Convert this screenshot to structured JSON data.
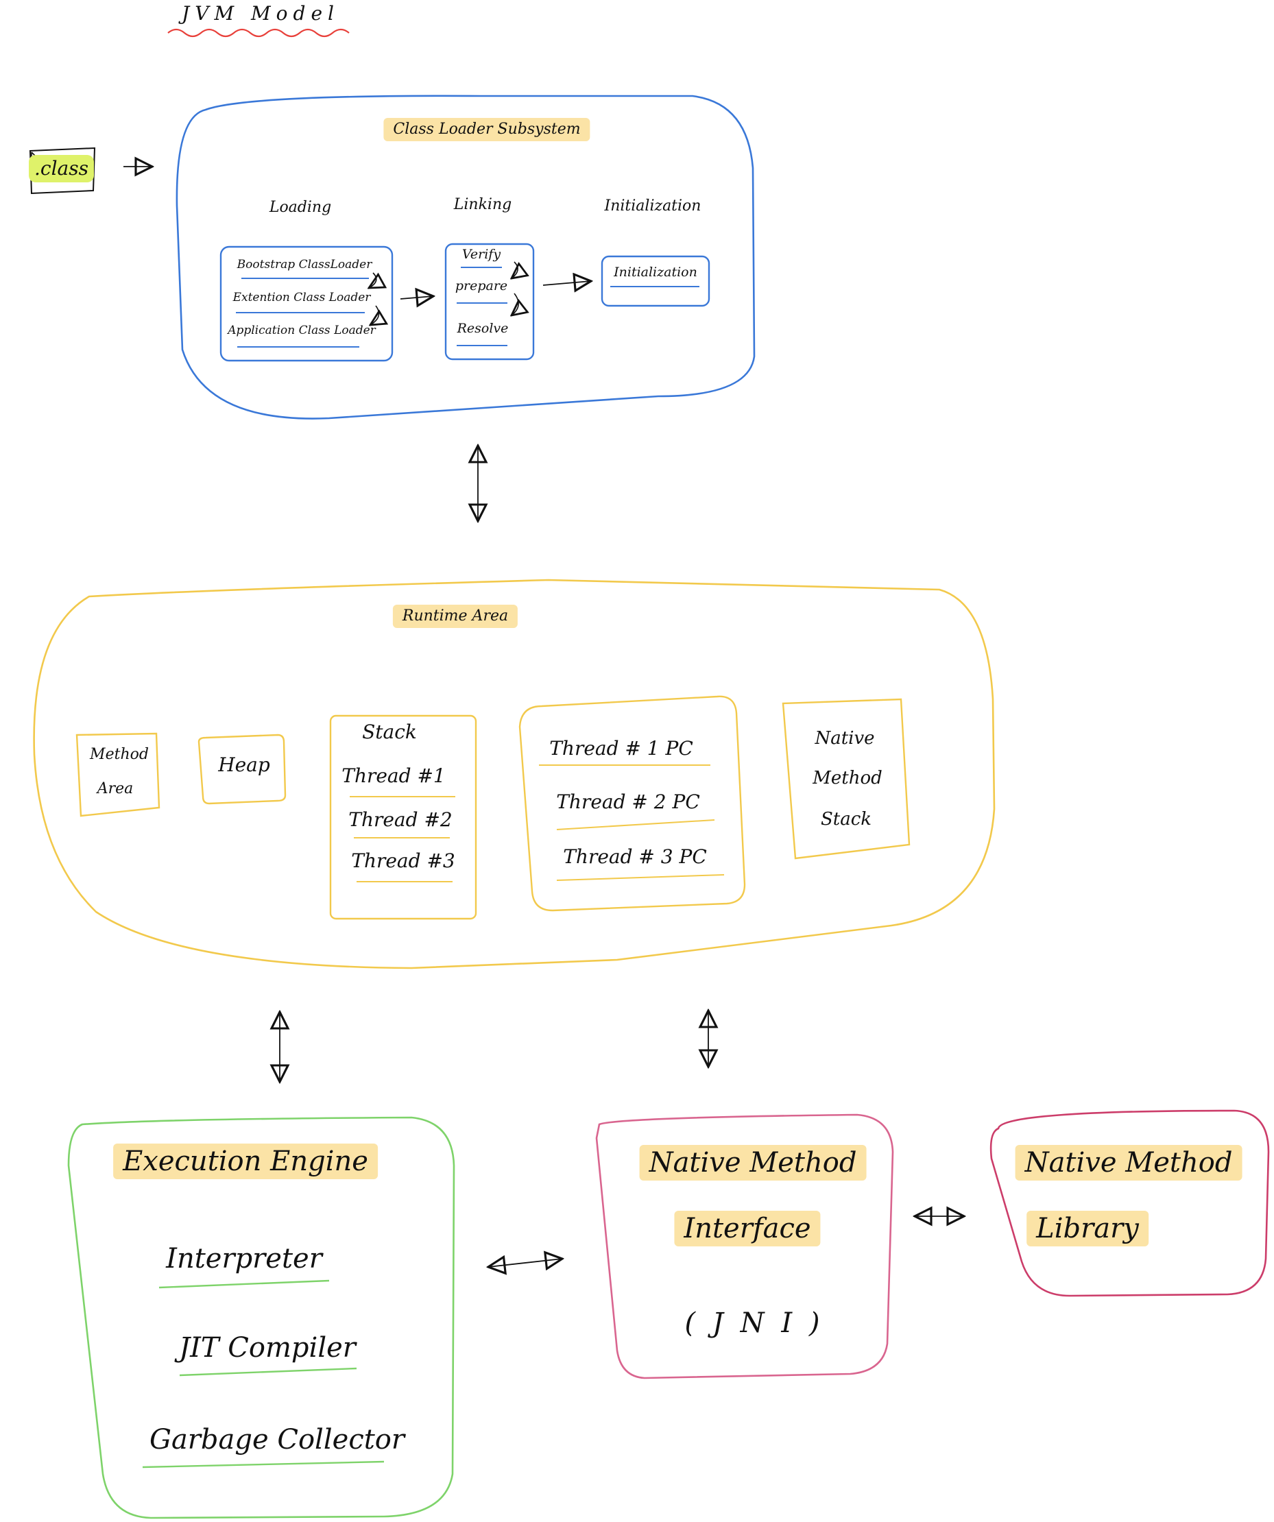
{
  "title": "JVM Model",
  "colors": {
    "class_loader": "#3a78d8",
    "runtime": "#f2c94c",
    "execution": "#7ed36a",
    "native_interface": "#d9658f",
    "native_library": "#cc3d6a",
    "highlight": "#fbe3a6",
    "class_file_highlight": "#dff26a",
    "title_underline": "#e8403a"
  },
  "class_file": {
    "label": ".class",
    "icon": "file-icon"
  },
  "class_loader": {
    "title": "Class Loader Subsystem",
    "phases": [
      {
        "label": "Loading",
        "items": [
          "Bootstrap ClassLoader",
          "Extention Class Loader",
          "Application Class Loader"
        ]
      },
      {
        "label": "Linking",
        "items": [
          "Verify",
          "prepare",
          "Resolve"
        ]
      },
      {
        "label": "Initialization",
        "items": [
          "Initialization"
        ]
      }
    ]
  },
  "runtime": {
    "title": "Runtime Area",
    "method_area": {
      "line1": "Method",
      "line2": "Area"
    },
    "heap": {
      "label": "Heap"
    },
    "stack": {
      "title": "Stack",
      "items": [
        "Thread #1",
        "Thread #2",
        "Thread #3"
      ]
    },
    "pc": {
      "items": [
        "Thread # 1 PC",
        "Thread # 2 PC",
        "Thread # 3 PC"
      ]
    },
    "native_stack": {
      "line1": "Native",
      "line2": "Method",
      "line3": "Stack"
    }
  },
  "execution_engine": {
    "title": "Execution Engine",
    "items": [
      "Interpreter",
      "JIT Compiler",
      "Garbage Collector"
    ]
  },
  "native_interface": {
    "line1": "Native Method",
    "line2": "Interface",
    "line3": "( J N I )"
  },
  "native_library": {
    "line1": "Native Method",
    "line2": "Library"
  }
}
